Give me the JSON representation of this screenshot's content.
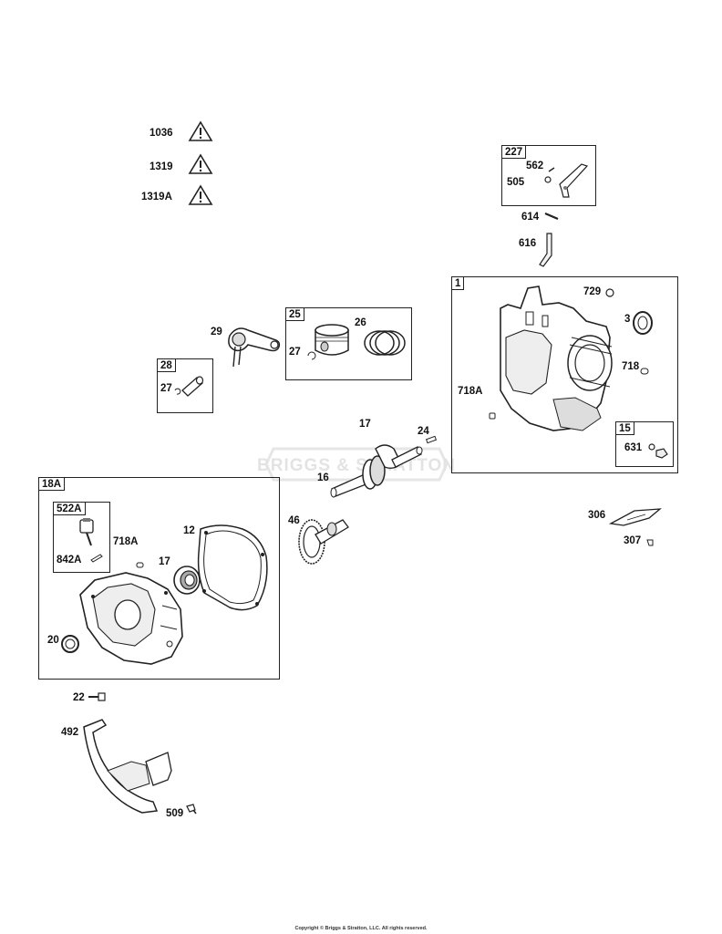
{
  "warnings": [
    {
      "number": "1036",
      "icon": "warning-triangle-icon"
    },
    {
      "number": "1319",
      "icon": "warning-triangle-icon"
    },
    {
      "number": "1319A",
      "icon": "warning-triangle-icon"
    }
  ],
  "watermark": {
    "text": "BRIGGS & STRATTON"
  },
  "groups": {
    "g227": {
      "tag": "227",
      "parts": {
        "p562": "562",
        "p505": "505"
      }
    },
    "g1": {
      "tag": "1",
      "parts": {
        "p729": "729",
        "p3": "3",
        "p718": "718",
        "p718A": "718A"
      }
    },
    "g15": {
      "tag": "15",
      "parts": {
        "p631": "631"
      }
    },
    "g25": {
      "tag": "25",
      "parts": {
        "p26": "26",
        "p27": "27"
      }
    },
    "g28": {
      "tag": "28",
      "parts": {
        "p27": "27"
      }
    },
    "g18A": {
      "tag": "18A",
      "parts": {
        "p718A": "718A",
        "p12": "12",
        "p17": "17",
        "p20": "20"
      }
    },
    "g522A": {
      "tag": "522A",
      "parts": {
        "p842A": "842A"
      }
    }
  },
  "loose_parts": {
    "p614": "614",
    "p616": "616",
    "p29": "29",
    "p17": "17",
    "p24": "24",
    "p16": "16",
    "p46": "46",
    "p306": "306",
    "p307": "307",
    "p22": "22",
    "p492": "492",
    "p509": "509"
  },
  "copyright": "Copyright © Briggs & Stratton, LLC. All rights reserved."
}
